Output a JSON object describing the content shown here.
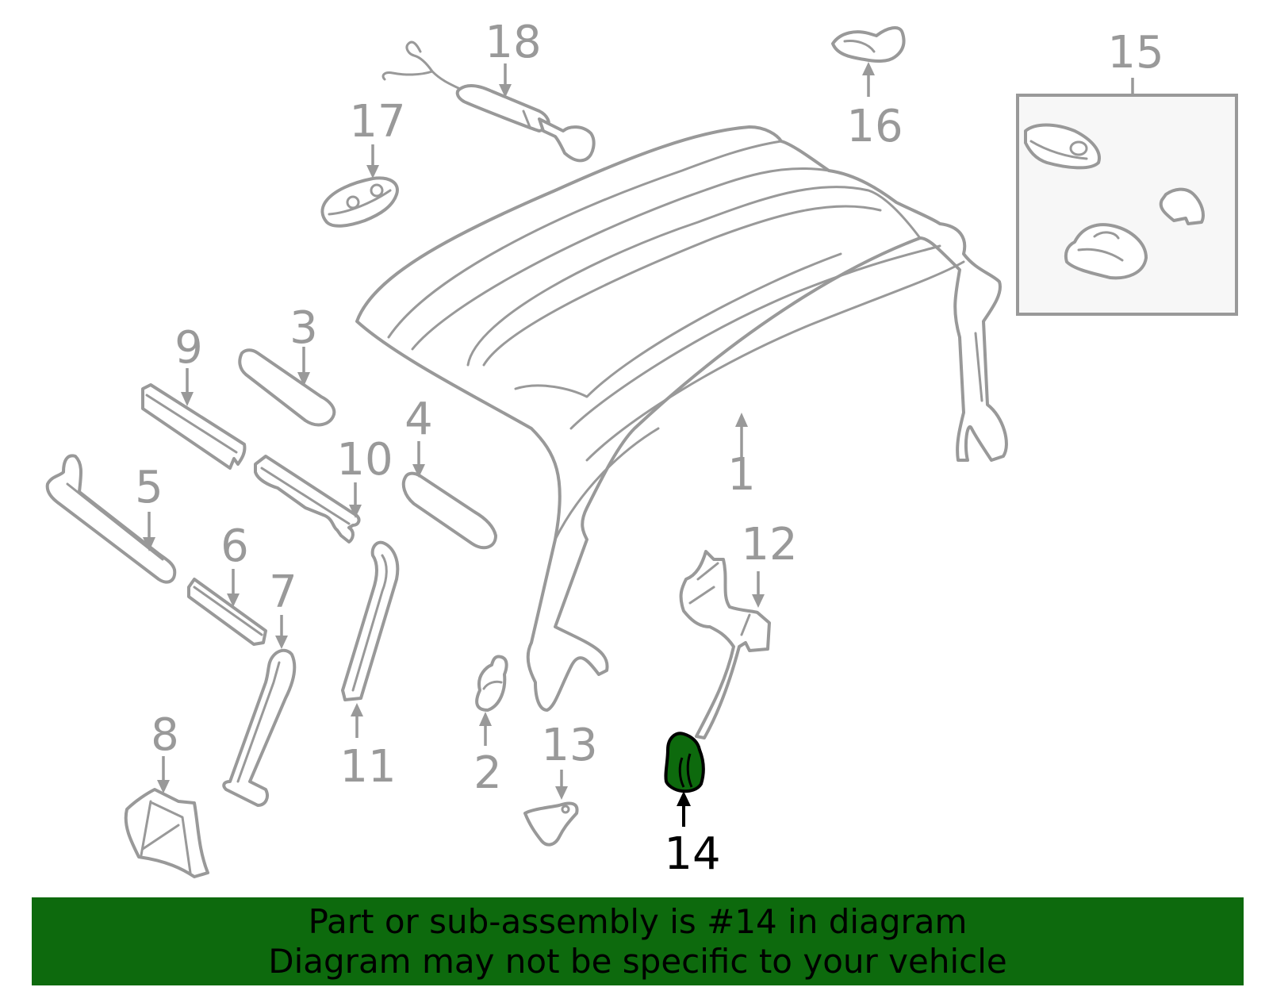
{
  "callouts": {
    "c1": "1",
    "c2": "2",
    "c3": "3",
    "c4": "4",
    "c5": "5",
    "c6": "6",
    "c7": "7",
    "c8": "8",
    "c9": "9",
    "c10": "10",
    "c11": "11",
    "c12": "12",
    "c13": "13",
    "c14": "14",
    "c15": "15",
    "c16": "16",
    "c17": "17",
    "c18": "18"
  },
  "highlighted_part": "14",
  "banner": {
    "line1": "Part or sub-assembly is #14 in diagram",
    "line2": "Diagram may not be specific to your vehicle"
  },
  "colors": {
    "highlight": "#0d6a0d",
    "outline": "#999999",
    "banner_bg": "#0d6a0d"
  }
}
